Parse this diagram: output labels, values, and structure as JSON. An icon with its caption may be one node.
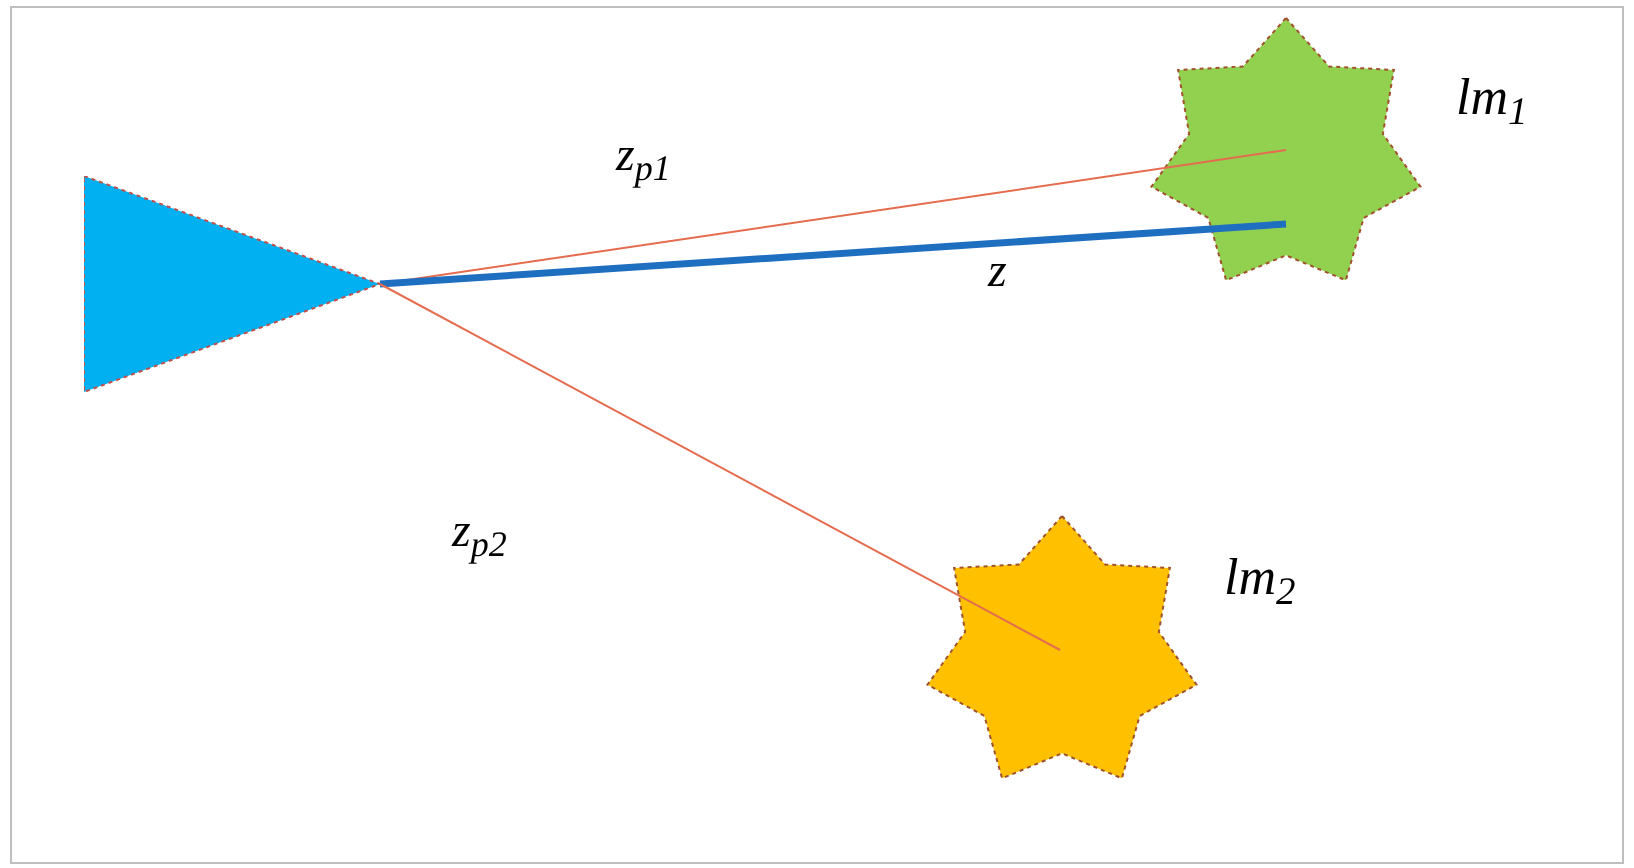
{
  "diagram": {
    "nodes": [
      {
        "text": [],
        "shape": "triangle"
      },
      {
        "text": [],
        "shape": "star",
        "beside": [
          "lm$_{1}$"
        ]
      },
      {
        "text": [],
        "shape": "star",
        "beside": [
          "lm$_{2}$"
        ]
      }
    ],
    "edges": [
      {
        "from": 0,
        "to": 1,
        "arrow": "none",
        "label": "z$_{p1}$"
      },
      {
        "from": 0,
        "to": 1,
        "arrow": "none",
        "label": "z",
        "style": "thick",
        "color": "#1f6fc0"
      },
      {
        "from": 0,
        "to": 2,
        "arrow": "none",
        "label": "z$_{p2}$"
      }
    ]
  }
}
